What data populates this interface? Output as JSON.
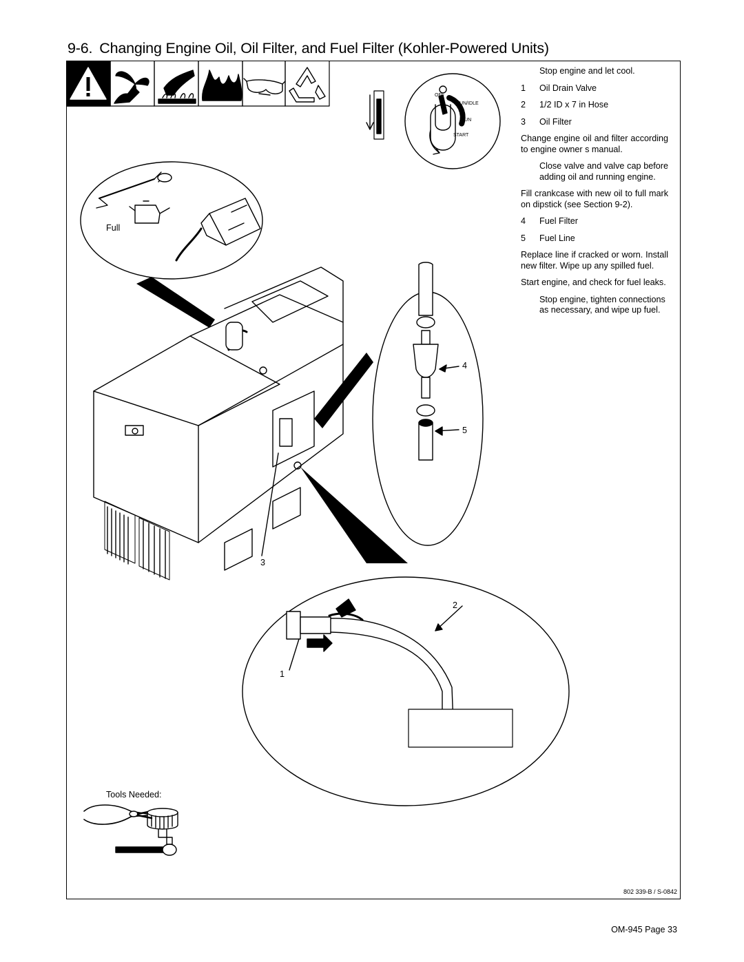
{
  "header": {
    "section_number": "9-6.",
    "title": "Changing Engine Oil, Oil Filter, and Fuel Filter (Kohler-Powered Units)"
  },
  "hazard_icons": [
    "warning-icon",
    "moving-parts-icon",
    "hot-parts-icon",
    "fire-icon",
    "safety-glasses-icon",
    "recycle-icon"
  ],
  "instructions": {
    "stop_engine": "Stop engine and let cool.",
    "items": [
      {
        "num": "1",
        "label": "Oil Drain Valve"
      },
      {
        "num": "2",
        "label": "1/2 ID x 7 in Hose"
      },
      {
        "num": "3",
        "label": "Oil Filter"
      }
    ],
    "change_oil": "Change engine oil and filter according to engine owner s manual.",
    "close_valve": "Close valve and valve cap before adding oil and running engine.",
    "fill_crankcase": "Fill crankcase with new oil to full mark on dipstick (see Section 9-2).",
    "fuel_items": [
      {
        "num": "4",
        "label": "Fuel Filter"
      },
      {
        "num": "5",
        "label": "Fuel Line"
      }
    ],
    "replace_line": "Replace line if cracked or worn. Install new filter. Wipe up any spilled fuel.",
    "start_engine": "Start engine, and check for fuel leaks.",
    "stop_tighten": "Stop engine, tighten connections as necessary, and wipe up fuel."
  },
  "switch_labels": {
    "off": "OFF",
    "run_idle": "RUN/IDLE",
    "run": "RUN",
    "start": "START"
  },
  "callouts": {
    "full": "Full",
    "c1": "1",
    "c2": "2",
    "c3": "3",
    "c4": "4",
    "c5": "5"
  },
  "tools_needed": "Tools Needed:",
  "part_number": "802 339-B / S-0842",
  "footer": "OM-945 Page 33"
}
